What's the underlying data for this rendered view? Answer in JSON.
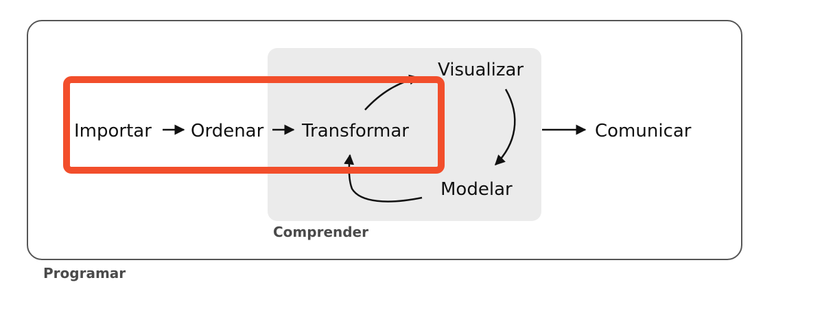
{
  "nodes": {
    "import": "Importar",
    "tidy": "Ordenar",
    "transform": "Transformar",
    "visualize": "Visualizar",
    "model": "Modelar",
    "communicate": "Comunicar"
  },
  "groups": {
    "understand": "Comprender",
    "program": "Programar"
  },
  "colors": {
    "highlight": "#f24e2b",
    "understand_fill": "#ebebeb",
    "outer_border": "#555555",
    "group_label": "#4a4a4a"
  }
}
